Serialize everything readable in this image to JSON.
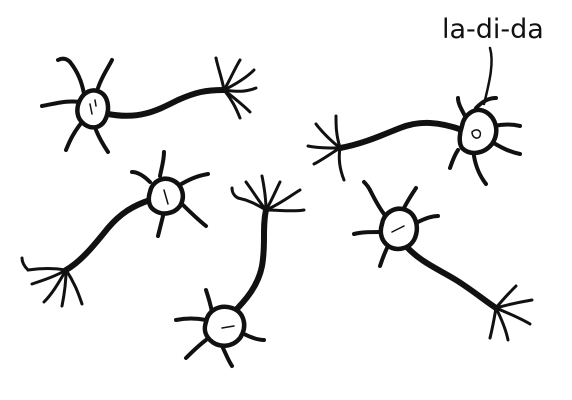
{
  "caption": {
    "text": "la-di-da"
  },
  "colors": {
    "ink": "#111111",
    "background": "#ffffff"
  },
  "neurons": [
    {
      "name": "top-left"
    },
    {
      "name": "middle-left"
    },
    {
      "name": "bottom-center"
    },
    {
      "name": "right-upper"
    },
    {
      "name": "right-lower"
    }
  ]
}
